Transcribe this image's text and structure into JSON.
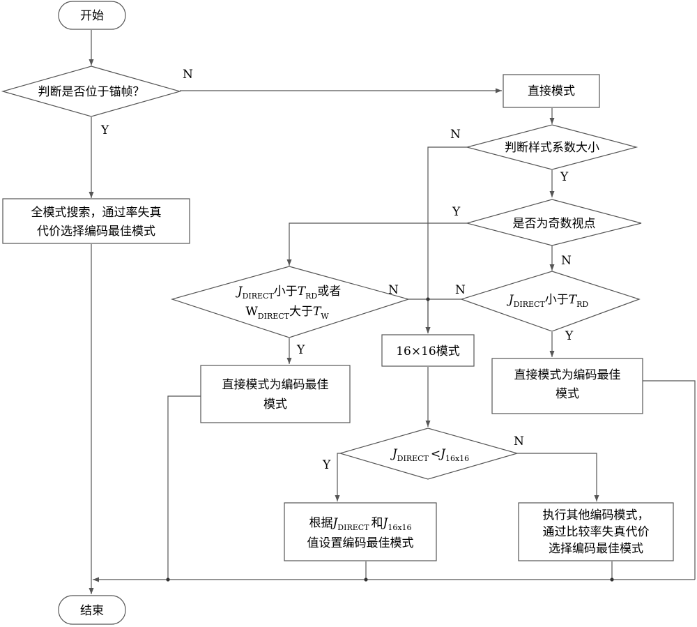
{
  "nodes": {
    "start": "开始",
    "end": "结束",
    "q_anchor": "判断是否位于锚帧？",
    "full_search": [
      "全模式搜索，通过率失真",
      "代价选择编码最佳模式"
    ],
    "direct_mode": "直接模式",
    "q_pattern": "判断样式系数大小",
    "q_odd_view": "是否为奇数视点",
    "q_left": {
      "j": "J",
      "direct": "DIRECT",
      "lt": "小于",
      "t": "T",
      "rd": "RD",
      "or": "或者",
      "w": "W",
      "direct2": "DIRECT",
      "gt": "大于",
      "t2": "T",
      "w_sub": "W"
    },
    "q_right": {
      "j": "J",
      "direct": "DIRECT",
      "lt": "小于",
      "t": "T",
      "rd": "RD"
    },
    "direct_best_left": [
      "直接模式为编码最佳",
      "模式"
    ],
    "mode16": "16×16模式",
    "direct_best_right": [
      "直接模式为编码最佳",
      "模式"
    ],
    "q_cost": {
      "j": "J",
      "direct": "DIRECT",
      "lt": "<",
      "j2": "J",
      "sub": "16x16"
    },
    "set_best": {
      "l1a": "根据",
      "j": "J",
      "direct": "DIRECT",
      "and": "和",
      "j2": "J",
      "sub": "16x16",
      "l2": "值设置编码最佳模式"
    },
    "other_modes": [
      "执行其他编码模式，",
      "通过比较率失真代价",
      "选择编码最佳模式"
    ]
  },
  "labels": {
    "yes": "Y",
    "no": "N"
  }
}
